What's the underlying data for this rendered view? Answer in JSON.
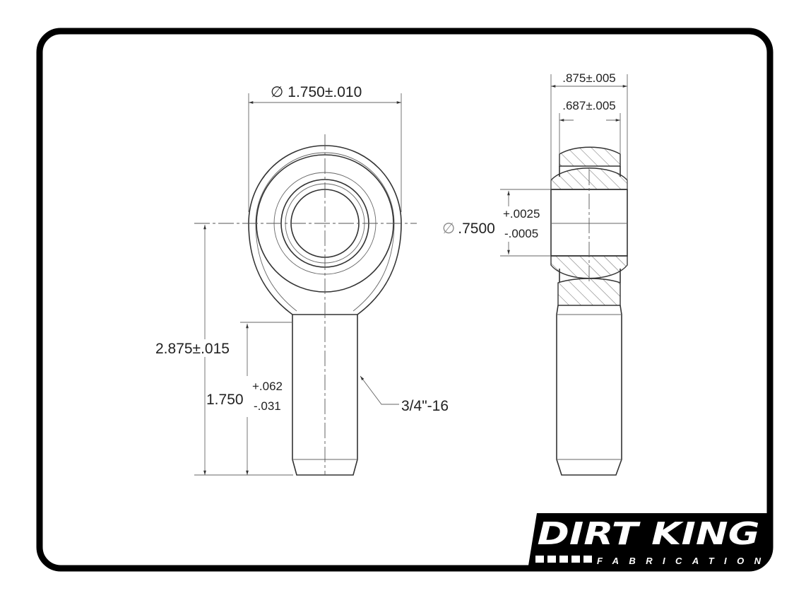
{
  "front_view": {
    "ball_diameter": "1.750±.010",
    "diameter_symbol": "∅",
    "overall_length": "2.875±.015",
    "shank_length": "1.750",
    "shank_tol_plus": "+.062",
    "shank_tol_minus": "-.031",
    "thread": "3/4\"-16"
  },
  "side_view": {
    "outer_width": ".875±.005",
    "ball_width": ".687±.005",
    "bore_diameter": ".7500",
    "bore_tol_plus": "+.0025",
    "bore_tol_minus": "-.0005",
    "diameter_symbol": "∅"
  },
  "logo": {
    "brand": "DIRT KING",
    "sub": "FABRICATION"
  },
  "colors": {
    "frame": "#000000",
    "line": "#333333",
    "background": "#ffffff"
  }
}
